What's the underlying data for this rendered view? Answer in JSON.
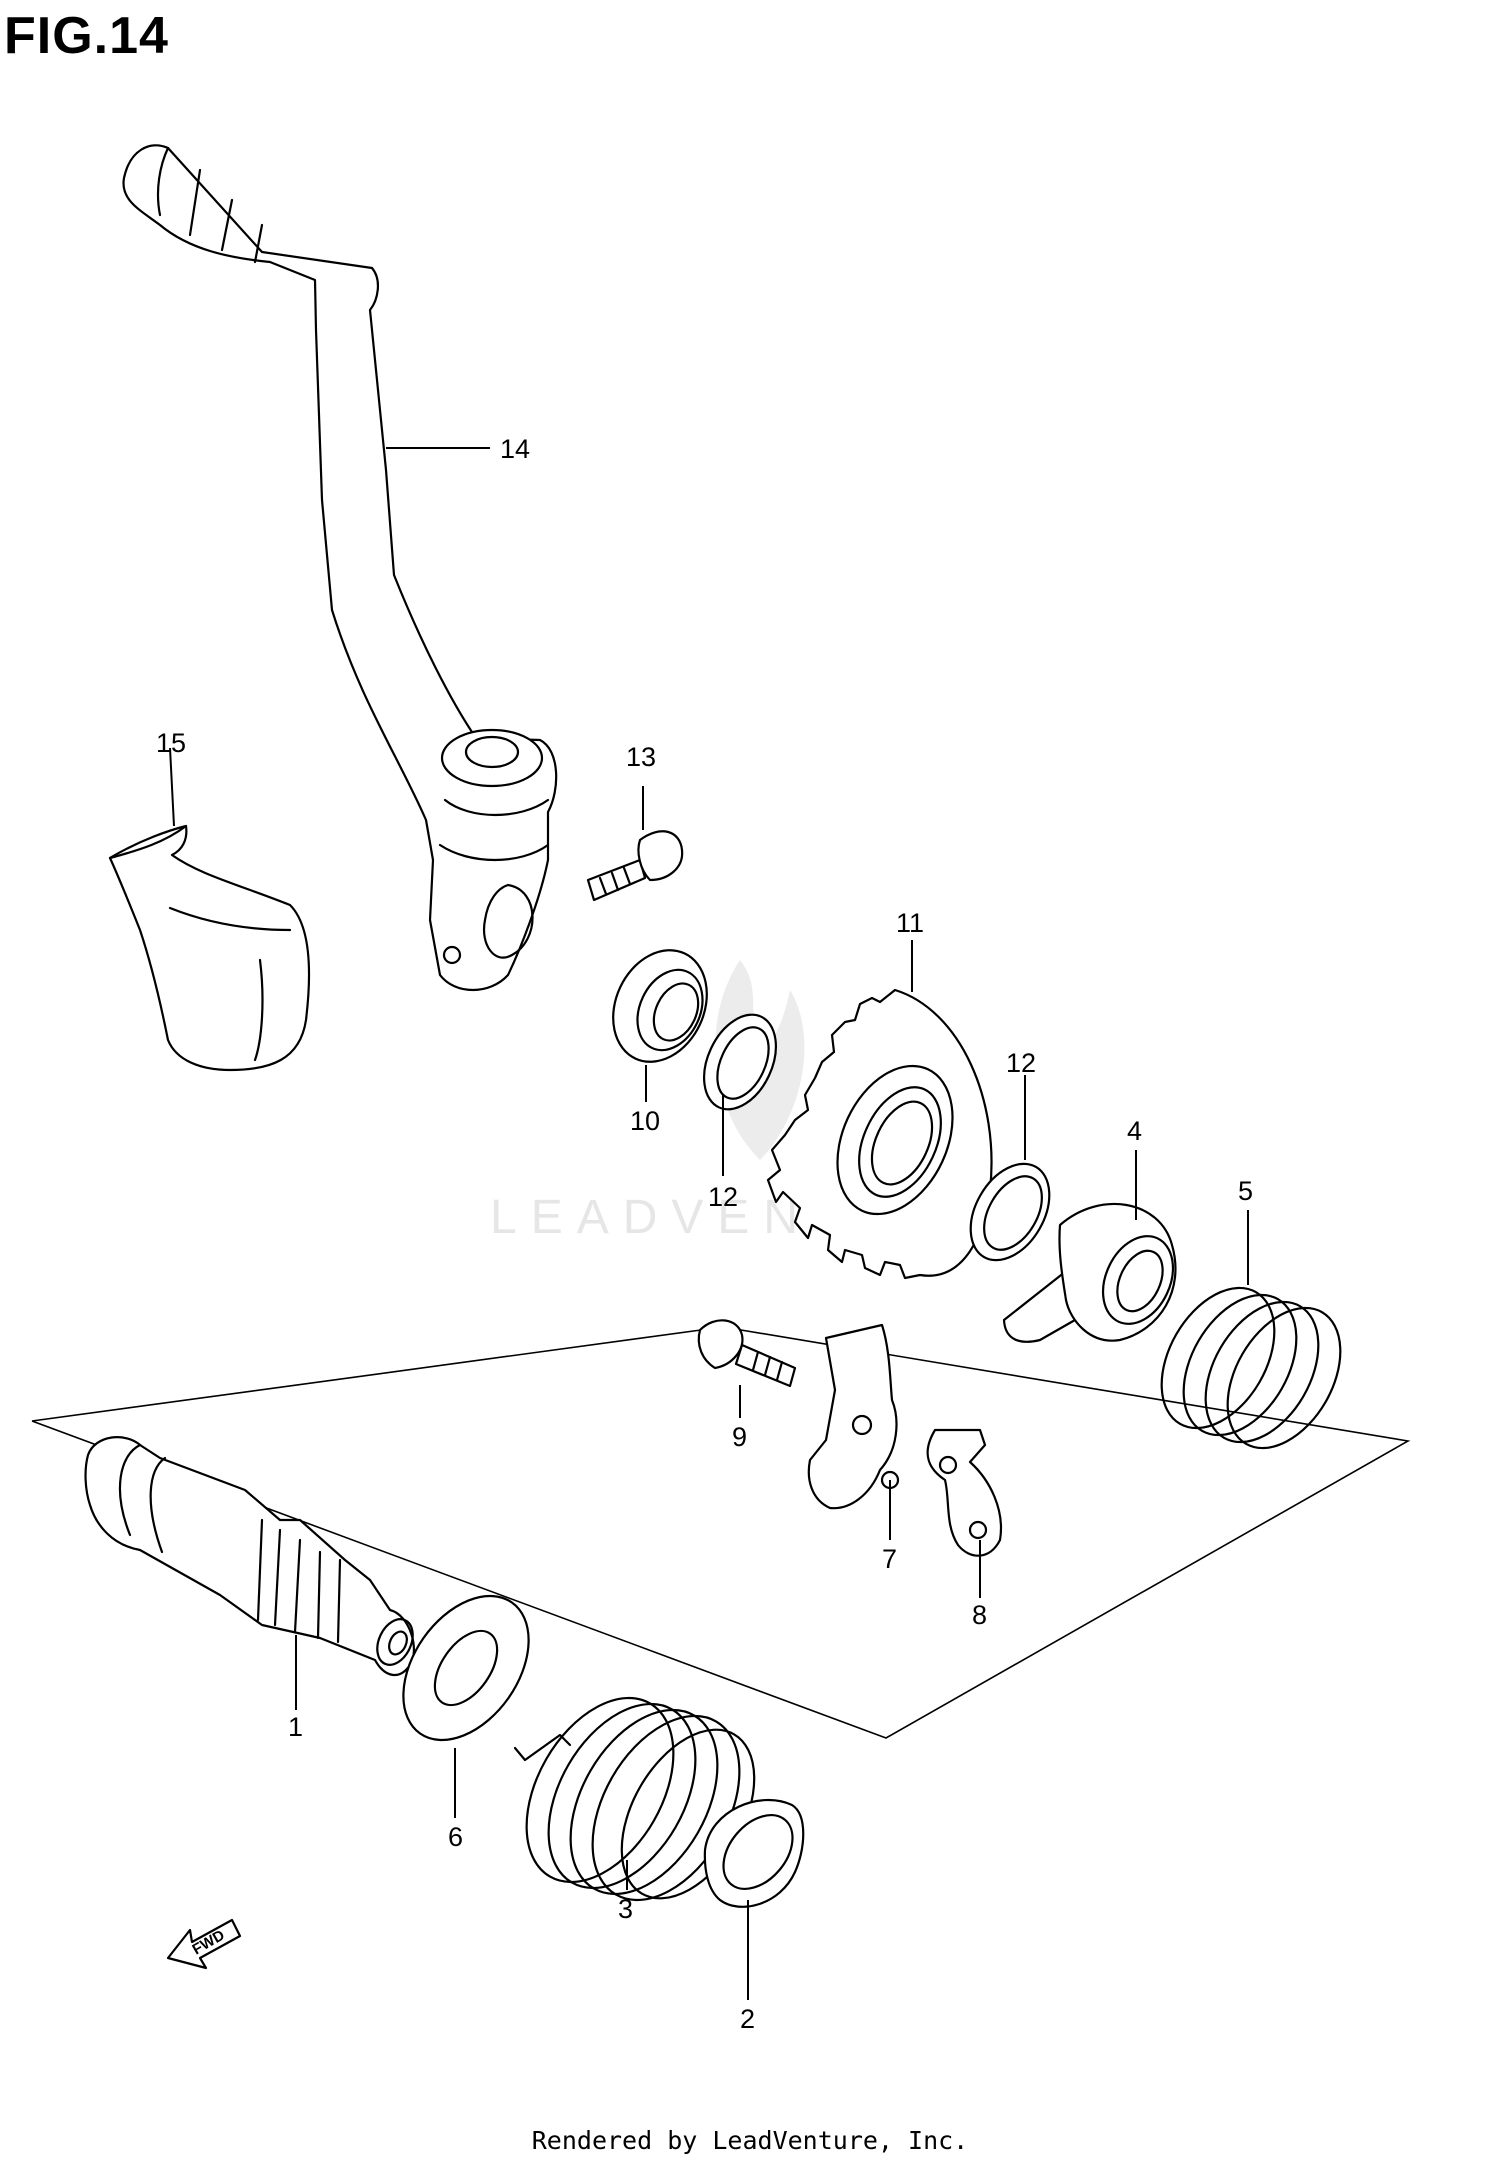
{
  "figure": {
    "title": "FIG.14"
  },
  "watermark": "LEADVENTURE",
  "direction_marker": {
    "icon": "fwd-arrow-icon",
    "label": "FWD"
  },
  "callouts": [
    "1",
    "2",
    "3",
    "4",
    "5",
    "6",
    "7",
    "8",
    "9",
    "10",
    "11",
    "12",
    "12",
    "13",
    "14",
    "15"
  ],
  "footer": {
    "text": "Rendered by LeadVenture, Inc."
  }
}
